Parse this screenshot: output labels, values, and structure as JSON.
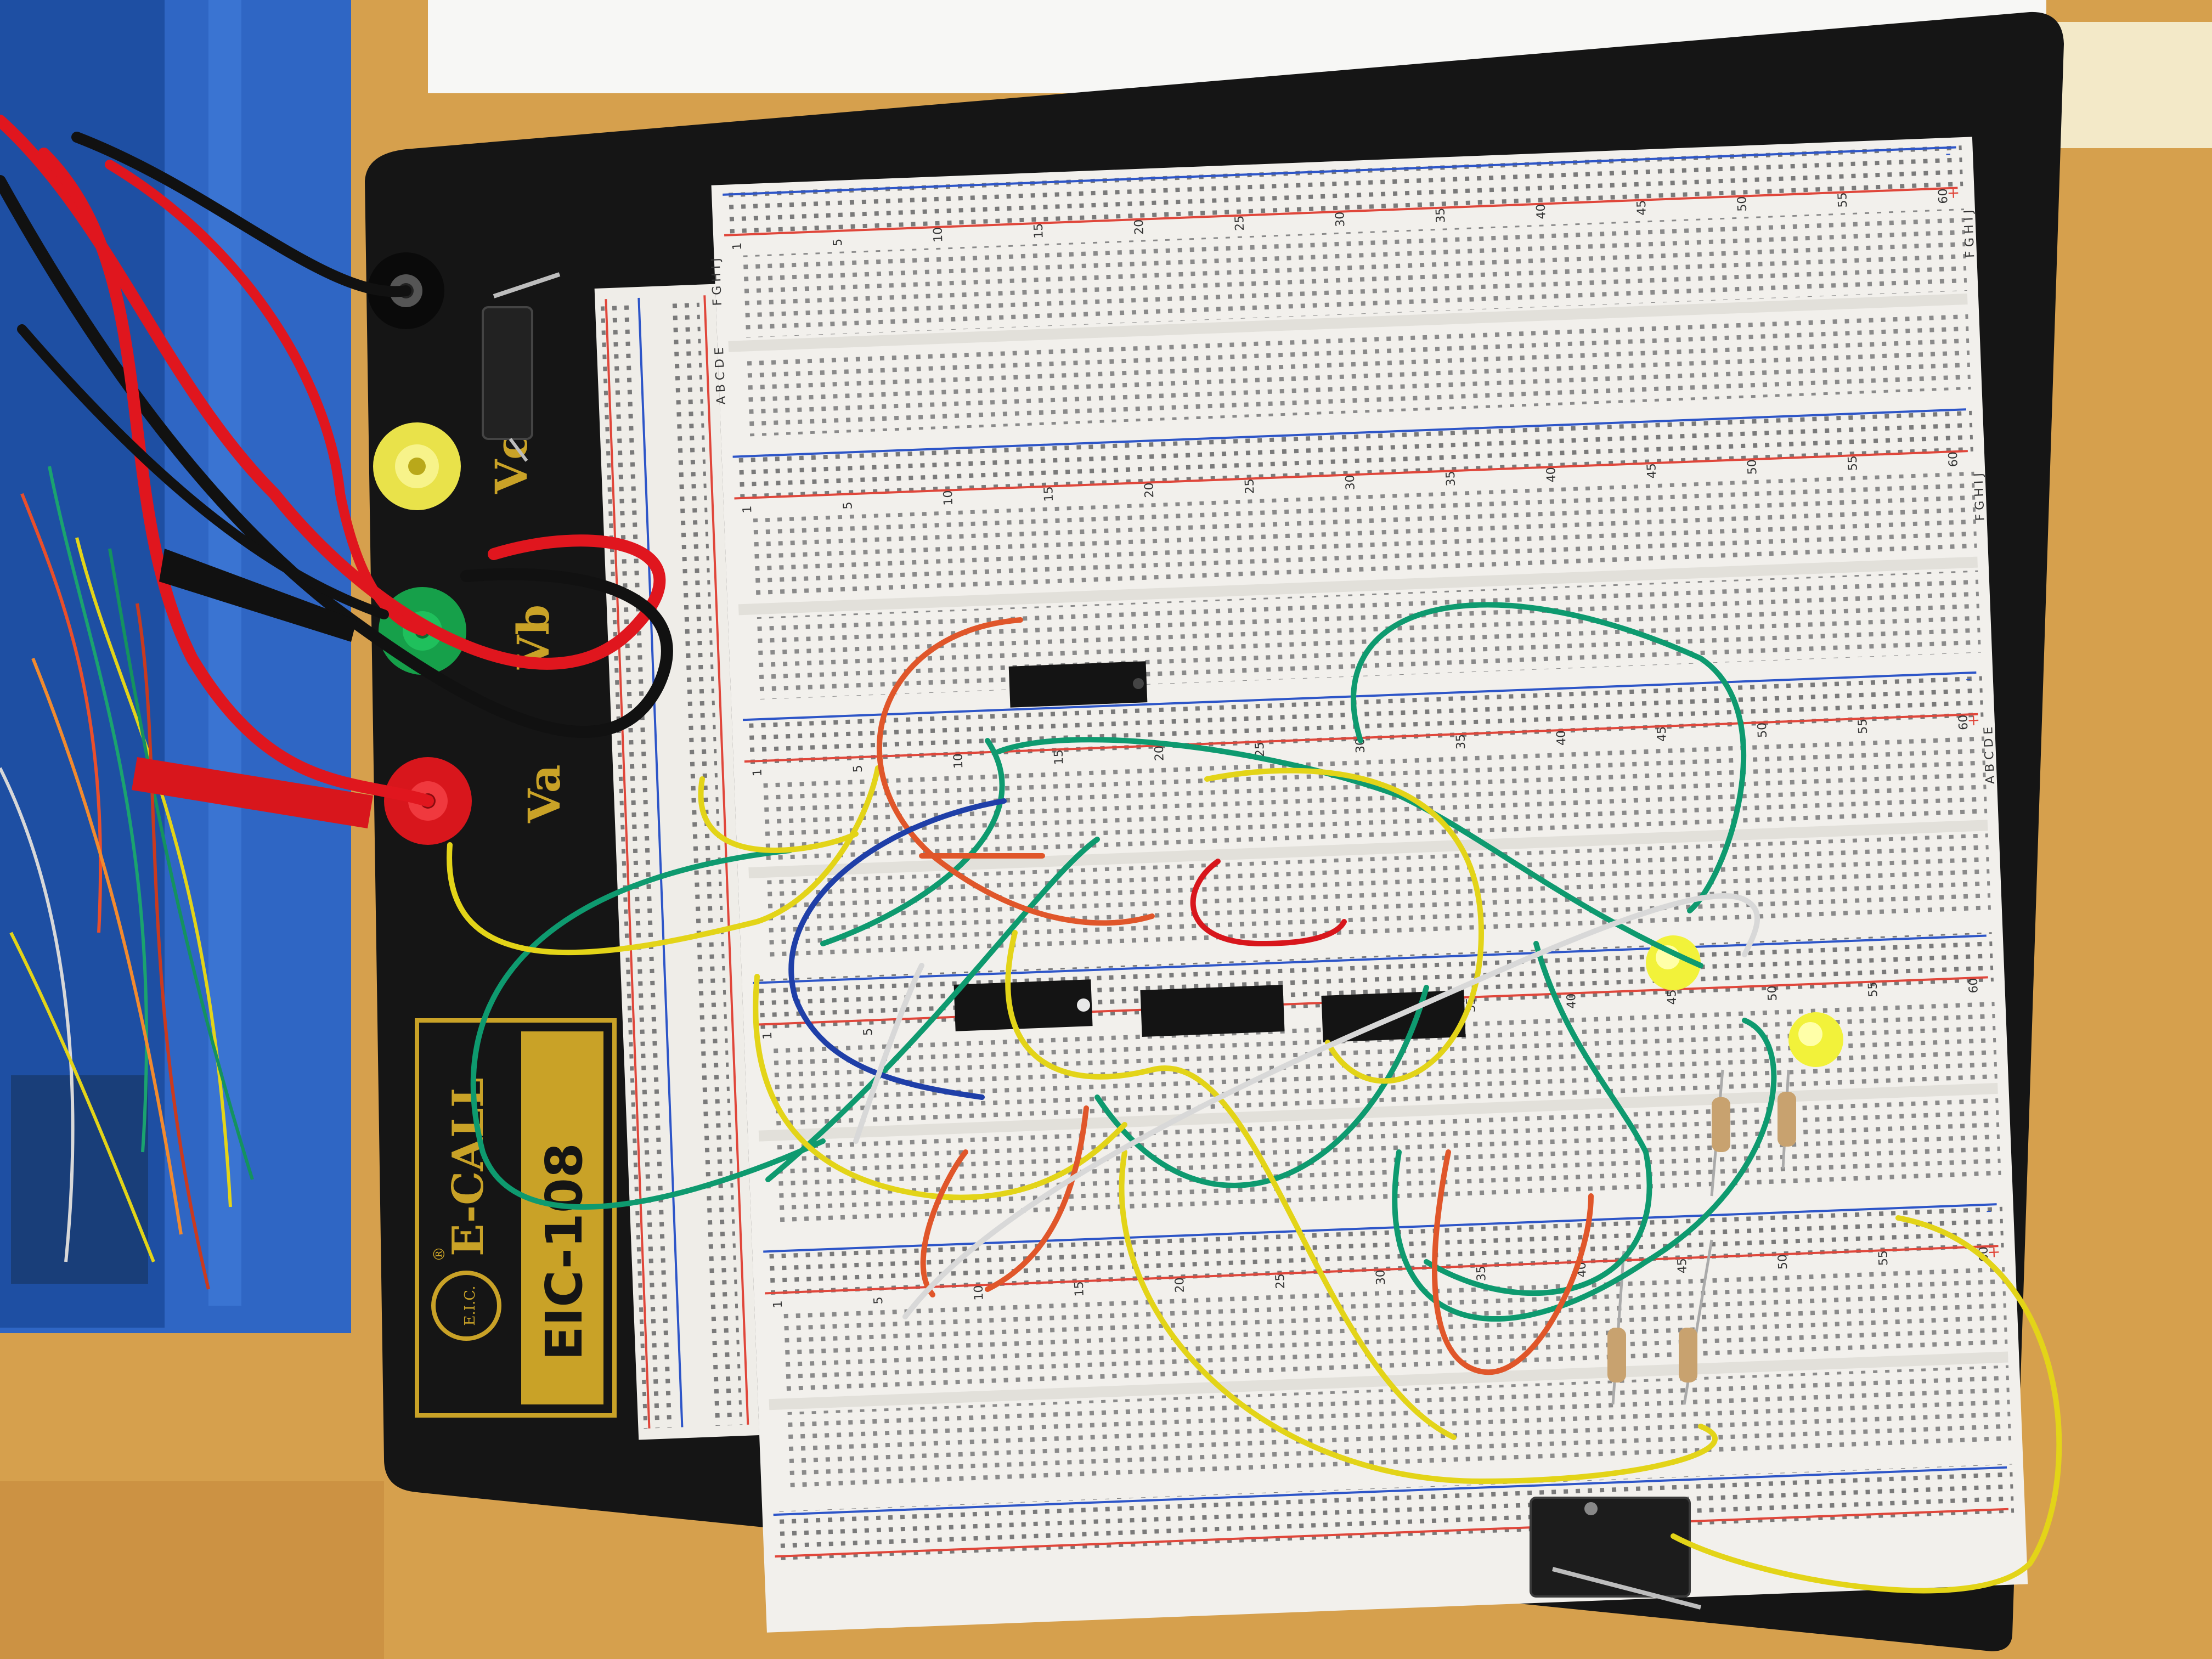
{
  "board": {
    "brand_mark": "E.I.C.",
    "brand_name": "E-CALL",
    "model": "EIC-108",
    "registered": "®",
    "terminal_labels": [
      "Vc",
      "Vb",
      "Va"
    ]
  },
  "breadboard": {
    "row_letters_top": "F G H I J",
    "row_letters_bottom": "A B C D E",
    "column_numbers": [
      "1",
      "5",
      "10",
      "15",
      "20",
      "25",
      "30",
      "35",
      "40",
      "45",
      "50",
      "55",
      "60"
    ],
    "rail_plus": "+",
    "rail_minus": "-"
  },
  "components": {
    "ics": [
      "ic-1",
      "ic-2",
      "ic-3",
      "ic-4"
    ],
    "leds": [
      "led-1",
      "led-2"
    ],
    "resistors": [
      "resistor-1",
      "resistor-2",
      "resistor-3",
      "resistor-4"
    ],
    "switches": [
      "micro-switch-1",
      "micro-switch-2"
    ]
  },
  "colors": {
    "table": "#d9a352",
    "board": "#151515",
    "breadboard": "#f2f0ec",
    "gold": "#c9a227",
    "wire_green": "#0e9a6f",
    "wire_yellow": "#e3d418",
    "wire_orange": "#e0562a",
    "wire_red": "#d8161c",
    "wire_blue": "#1f3fa8",
    "wire_white": "#d8d8d8",
    "bin_blue": "#2e64c0"
  }
}
